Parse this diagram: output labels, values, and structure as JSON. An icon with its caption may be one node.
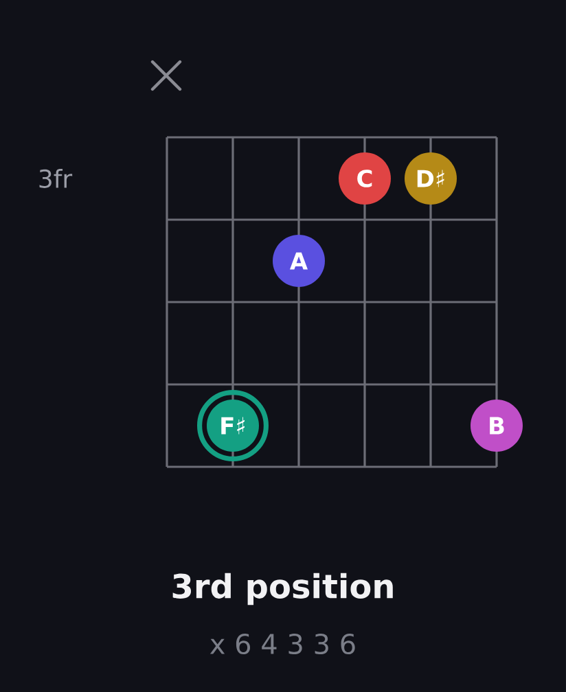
{
  "diagram": {
    "title": "3rd position",
    "nodes": [
      {
        "text": [
          "C"
        ]
      },
      {
        "text": [
          "D♯"
        ]
      },
      {
        "text": [
          "A"
        ]
      },
      {
        "text": [
          "F♯"
        ]
      },
      {
        "text": [
          "B"
        ]
      }
    ],
    "labels": [
      "3fr",
      "x 6 4 3 3 6"
    ]
  }
}
